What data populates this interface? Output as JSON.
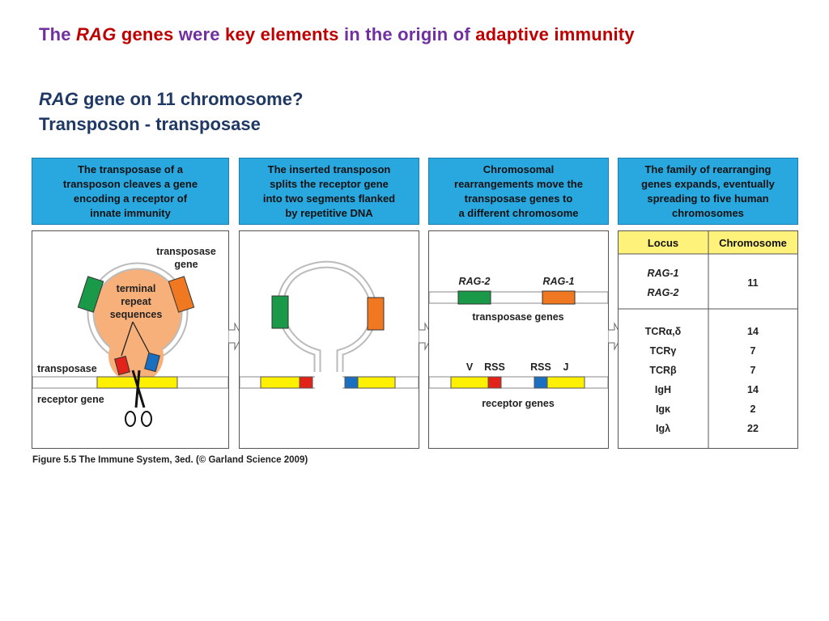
{
  "title": {
    "the": "The",
    "rag": "RAG",
    "genes": "genes",
    "were": "were",
    "key_elements": "key elements",
    "in_the_origin_of": "in the origin of",
    "adaptive_immunity": "adaptive immunity"
  },
  "subtitle1": {
    "rag": "RAG",
    "rest": "gene on 11 chromosome?"
  },
  "subtitle2": "Transposon - transposase",
  "headers": [
    [
      "The transposase of a",
      "transposon cleaves a gene",
      "encoding a receptor of",
      "innate immunity"
    ],
    [
      "The inserted transposon",
      "splits the receptor gene",
      "into two segments flanked",
      "by repetitive DNA"
    ],
    [
      "Chromosomal",
      "rearrangements move the",
      "transposase genes to",
      "a different chromosome"
    ],
    [
      "The family of rearranging",
      "genes expands, eventually",
      "spreading to five human",
      "chromosomes"
    ]
  ],
  "panel1": {
    "transposase_gene_1": "transposase",
    "transposase_gene_2": "gene",
    "terminal_1": "terminal",
    "terminal_2": "repeat",
    "terminal_3": "sequences",
    "transposase": "transposase",
    "receptor_gene": "receptor gene"
  },
  "panel3": {
    "rag2": "RAG-2",
    "rag1": "RAG-1",
    "transposase_genes": "transposase genes",
    "v": "V",
    "rss_left": "RSS",
    "rss_right": "RSS",
    "j": "J",
    "receptor_genes": "receptor genes"
  },
  "table": {
    "col_locus": "Locus",
    "col_chromosome": "Chromosome",
    "rag_rows": [
      "RAG-1",
      "RAG-2"
    ],
    "rag_chromosome": "11",
    "rows": [
      {
        "locus": "TCRα,δ",
        "chromosome": "14"
      },
      {
        "locus": "TCRγ",
        "chromosome": "7"
      },
      {
        "locus": "TCRβ",
        "chromosome": "7"
      },
      {
        "locus": "IgH",
        "chromosome": "14"
      },
      {
        "locus": "Igκ",
        "chromosome": "2"
      },
      {
        "locus": "Igλ",
        "chromosome": "22"
      }
    ]
  },
  "caption": "Figure 5.5 The Immune System, 3ed. (© Garland Science 2009)",
  "colors": {
    "header_bg": "#29a8e0",
    "green": "#1a9a48",
    "orange": "#f07820",
    "red": "#e2231a",
    "blue": "#1a6fc0",
    "yellow": "#fff000",
    "table_header": "#fff27a",
    "enzyme": "#f7b07a"
  }
}
